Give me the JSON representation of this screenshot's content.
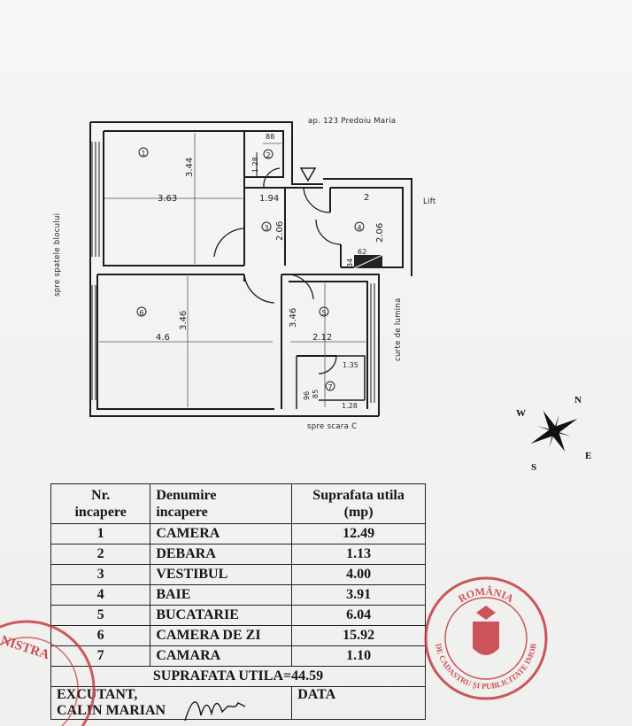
{
  "plan": {
    "apartment_label": "ap. 123 Predoiu Maria",
    "left_side_label": "spre spatele blocului",
    "bottom_label": "spre scara C",
    "right_side_label": "curte de lumina",
    "lift_label": "Lift",
    "room_numbers": [
      "1",
      "2",
      "3",
      "4",
      "5",
      "6",
      "7"
    ],
    "dims": {
      "r1_width": "3.63",
      "r1_height": "3.44",
      "r2_top": "88",
      "r2_side": "1.28",
      "r3_width": "1.94",
      "r3_height": "2.06",
      "r4_width": "2",
      "r4_height": "2.06",
      "r4_small": "62",
      "r4_side": "34",
      "r5_width": "2.12",
      "r5_height": "3.46",
      "r6_width": "4.6",
      "r6_height": "3.46",
      "r7_width": "1.35",
      "r7_bottom": "1.28",
      "r7_side_a": "96",
      "r7_side_b": "85"
    }
  },
  "compass": {
    "n": "N",
    "s": "S",
    "e": "E",
    "w": "W"
  },
  "table": {
    "headers": [
      "Nr.\nincapere",
      "Denumire\nincapere",
      "Suprafata utila\n(mp)"
    ],
    "rows": [
      {
        "nr": "1",
        "name": "CAMERA",
        "area": "12.49"
      },
      {
        "nr": "2",
        "name": "DEBARA",
        "area": "1.13"
      },
      {
        "nr": "3",
        "name": "VESTIBUL",
        "area": "4.00"
      },
      {
        "nr": "4",
        "name": "BAIE",
        "area": "3.91"
      },
      {
        "nr": "5",
        "name": "BUCATARIE",
        "area": "6.04"
      },
      {
        "nr": "6",
        "name": "CAMERA DE ZI",
        "area": "15.92"
      },
      {
        "nr": "7",
        "name": "CAMARA",
        "area": "1.10"
      }
    ],
    "total": "SUPRAFATA UTILA=44.59",
    "executant_label": "EXCUTANT,",
    "executant_name": "CALIN MARIAN",
    "date_label": "DATA"
  },
  "stamps": {
    "left_text": "NISTRA",
    "right_top": "ROMÂNIA",
    "right_bottom": "DE CADASTRU ŞI PUBLICITATE IMOB"
  },
  "colors": {
    "ink": "#1a1a1a",
    "stamp_red": "#c4323a",
    "paper": "#f3f3f1"
  }
}
